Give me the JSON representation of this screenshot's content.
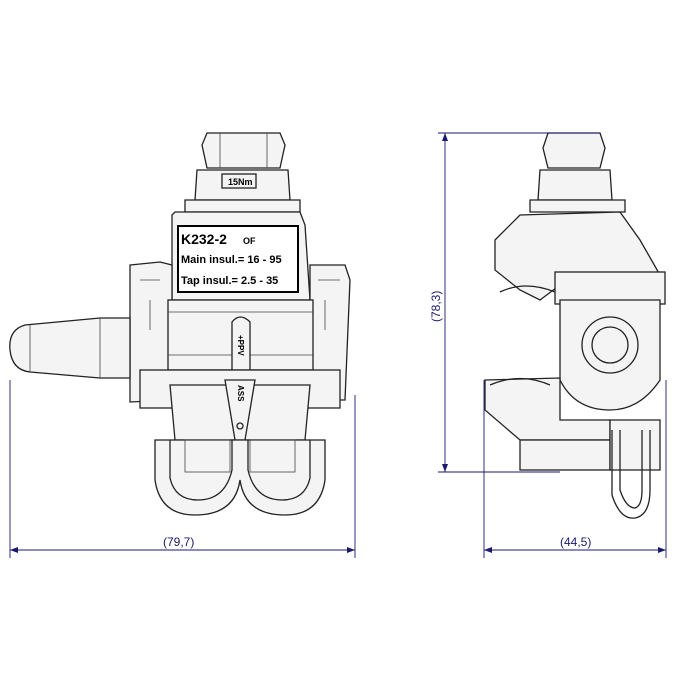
{
  "front_view": {
    "torque_label": "15Nm",
    "model": "K232-2",
    "model_suffix": "OF",
    "main_insulation": "Main insul.= 16 - 95",
    "tap_insulation": "Tap insul.= 2.5 - 35",
    "vertical_mark_upper": "+PPV",
    "vertical_mark_lower": "ASS"
  },
  "dimensions": {
    "front_width": "(79,7)",
    "side_width": "(44,5)",
    "height": "(78,3)"
  },
  "colors": {
    "dimension": "#1a1a6e",
    "line": "#222222"
  }
}
